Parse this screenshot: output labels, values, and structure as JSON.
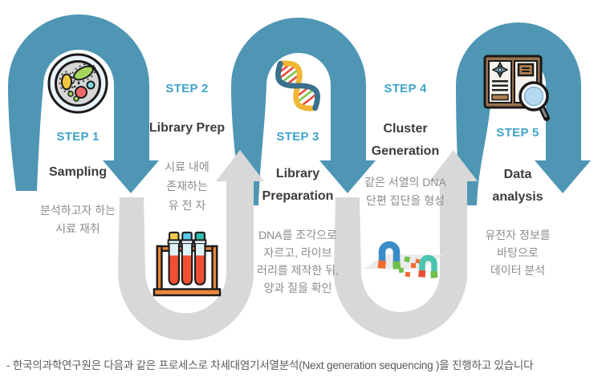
{
  "diagram_title": "NGS process flow",
  "colors": {
    "arrow_blue": "#4e96b4",
    "arrow_gray": "#d8d8d8",
    "step_label": "#3fa3c9",
    "title_text": "#3c3c3c",
    "desc_text": "#8c8c8c",
    "caption_text": "#595959"
  },
  "steps": [
    {
      "label": "STEP 1",
      "title": "Sampling",
      "desc": "분석하고자 하는\n시료 재취",
      "icon": "petri-dish-icon"
    },
    {
      "label": "STEP 2",
      "title": "Library Prep",
      "desc": "시료 내에\n존재하는\n유 전 자",
      "icon": "test-tubes-icon"
    },
    {
      "label": "STEP 3",
      "title": "Library\nPreparation",
      "desc": "DNA를 조각으로\n자르고, 라이브\n러리를 제작한 뒤,\n양과 질을 확인",
      "icon": "dna-helix-icon"
    },
    {
      "label": "STEP 4",
      "title": "Cluster\nGeneration",
      "desc": "같은 서열의 DNA\n단편 집단을 형성",
      "icon": "cluster-generation-icon"
    },
    {
      "label": "STEP 5",
      "title": "Data\nanalysis",
      "desc": "유전자 정보를\n바탕으로\n데이터 분석",
      "icon": "book-magnifier-icon"
    }
  ],
  "caption": "- 한국의과학연구원은 다음과 같은 프로세스로 차세대염기서열분석(Next generation sequencing )을 진행하고 있습니다"
}
